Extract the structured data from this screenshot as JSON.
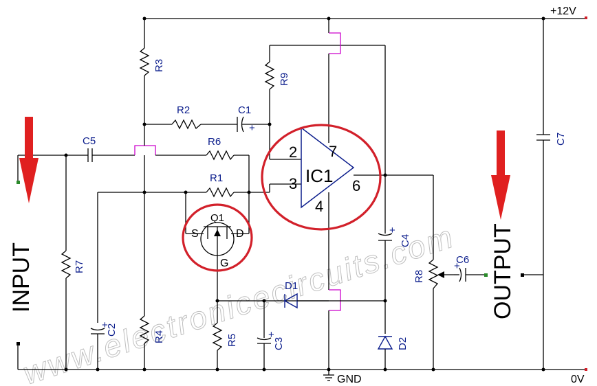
{
  "diagram": {
    "watermark": "www.electronicecircuits.com",
    "rails": {
      "positive": "+12V",
      "ground_label": "GND",
      "zero": "0V"
    },
    "ports": {
      "input": "INPUT",
      "output": "OUTPUT"
    },
    "ic": {
      "name": "IC1",
      "pins": {
        "inverting": "2",
        "noninverting": "3",
        "output": "6",
        "vplus": "7",
        "vminus": "4"
      }
    },
    "transistor": {
      "name": "Q1",
      "source": "S",
      "drain": "D",
      "gate": "G"
    },
    "components": {
      "R1": "R1",
      "R2": "R2",
      "R3": "R3",
      "R4": "R4",
      "R5": "R5",
      "R6": "R6",
      "R7": "R7",
      "R8": "R8",
      "R9": "R9",
      "C1": "C1",
      "C2": "C2",
      "C3": "C3",
      "C4": "C4",
      "C5": "C5",
      "C6": "C6",
      "C7": "C7",
      "D1": "D1",
      "D2": "D2"
    },
    "colors": {
      "wire": "#000000",
      "label": "#0b1d8c",
      "highlight": "#d2202a",
      "jumper": "#cc00cc",
      "arrow": "#e02020"
    }
  }
}
